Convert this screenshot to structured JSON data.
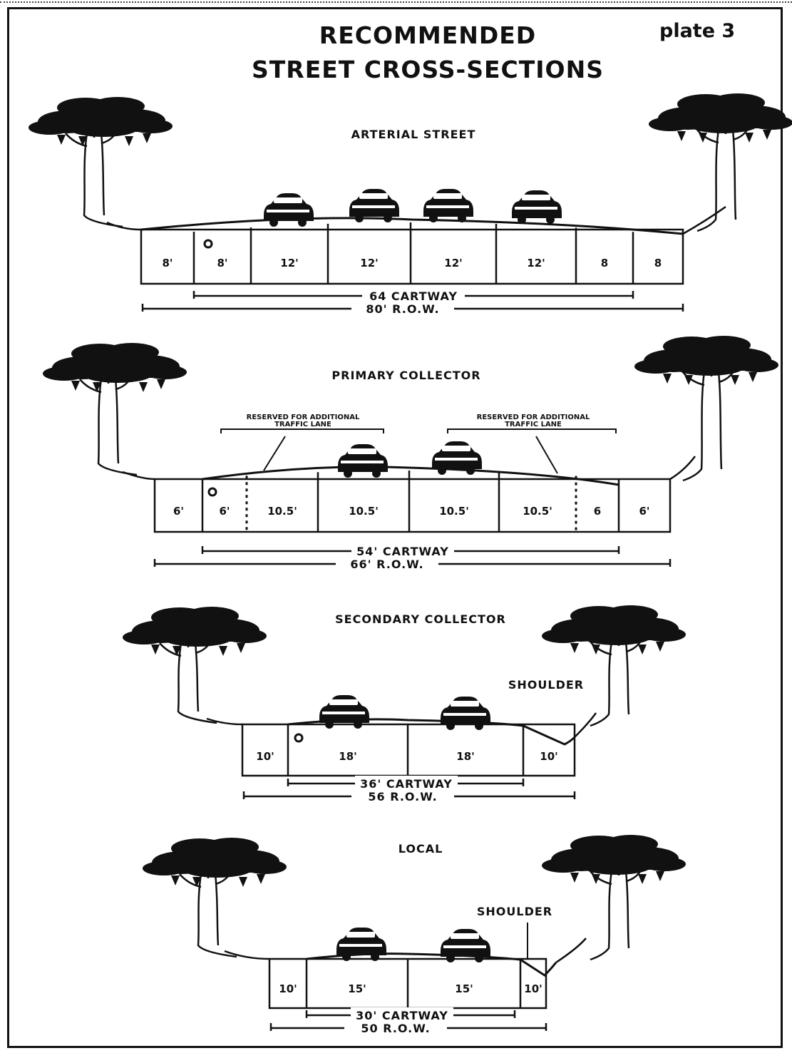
{
  "header": {
    "title_line1": "RECOMMENDED",
    "title_line2": "STREET CROSS-SECTIONS",
    "plate": "plate 3"
  },
  "sections": [
    {
      "name": "ARTERIAL STREET",
      "segments": [
        "8'",
        "8'",
        "12'",
        "12'",
        "12'",
        "12'",
        "8",
        "8"
      ],
      "cartway": "64 CARTWAY",
      "row": "80' R.O.W."
    },
    {
      "name": "PRIMARY COLLECTOR",
      "segments": [
        "6'",
        "6'",
        "10.5'",
        "10.5'",
        "10.5'",
        "10.5'",
        "6",
        "6'"
      ],
      "reserved_left": [
        "RESERVED FOR ADDITIONAL",
        "TRAFFIC LANE"
      ],
      "reserved_right": [
        "RESERVED FOR ADDITIONAL",
        "TRAFFIC LANE"
      ],
      "cartway": "54' CARTWAY",
      "row": "66' R.O.W."
    },
    {
      "name": "SECONDARY COLLECTOR",
      "segments": [
        "10'",
        "18'",
        "18'",
        "10'"
      ],
      "shoulder": "SHOULDER",
      "cartway": "36' CARTWAY",
      "row": "56 R.O.W."
    },
    {
      "name": "LOCAL",
      "segments": [
        "10'",
        "15'",
        "15'",
        "10'"
      ],
      "shoulder": "SHOULDER",
      "cartway": "30' CARTWAY",
      "row": "50 R.O.W."
    }
  ]
}
